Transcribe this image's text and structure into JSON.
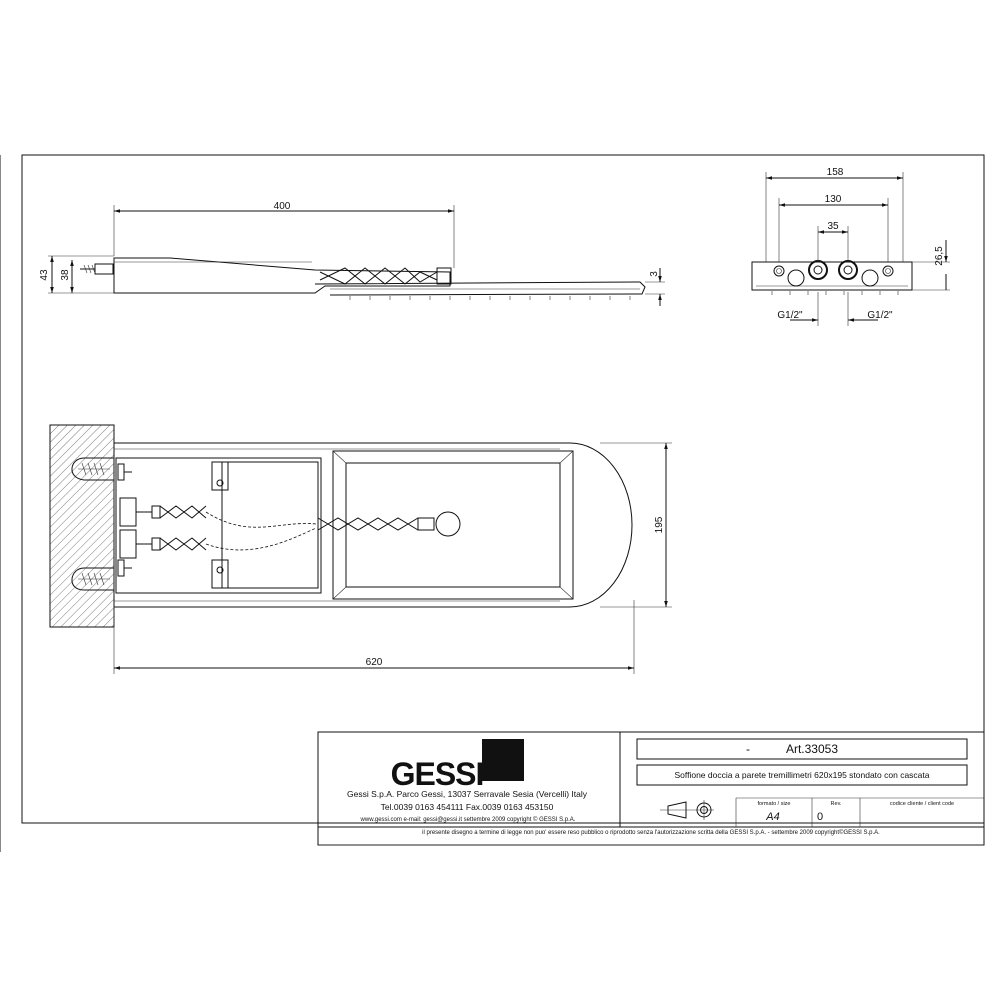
{
  "dimensions": {
    "side_length": "400",
    "side_h43": "43",
    "side_h38": "38",
    "side_thk": "3",
    "front_w158": "158",
    "front_w130": "130",
    "front_w35": "35",
    "front_h265": "26,5",
    "thread_left": "G1/2\"",
    "thread_right": "G1/2\"",
    "plan_len": "620",
    "plan_w": "195"
  },
  "title_block": {
    "brand": "GESSI",
    "company_line": "Gessi S.p.A. Parco Gessi, 13037 Serravale Sesia (Vercelli) Italy",
    "phone_line": "Tel.0039 0163 454111 Fax.0039 0163 453150",
    "web_line": "www.gessi.com e-mail: gessi@gessi.it settembre 2009 copyright © GESSI S.p.A.",
    "article_prefix": "-",
    "article": "Art.33053",
    "description": "Soffione doccia a parete tremillimetri 620x195 stondato con cascata",
    "format_label": "formato / size",
    "format_value": "A4",
    "rev_label": "Rev.",
    "rev_value": "0",
    "client_label": "codice cliente / client code",
    "client_value": "",
    "legal_notice": "il presente disegno a termine di legge non puo' essere reso pubblico o riprodotto senza l'autorizzazione scritta della GESSI S.p.A. - settembre 2009 copyright©GESSI S.p.A."
  }
}
